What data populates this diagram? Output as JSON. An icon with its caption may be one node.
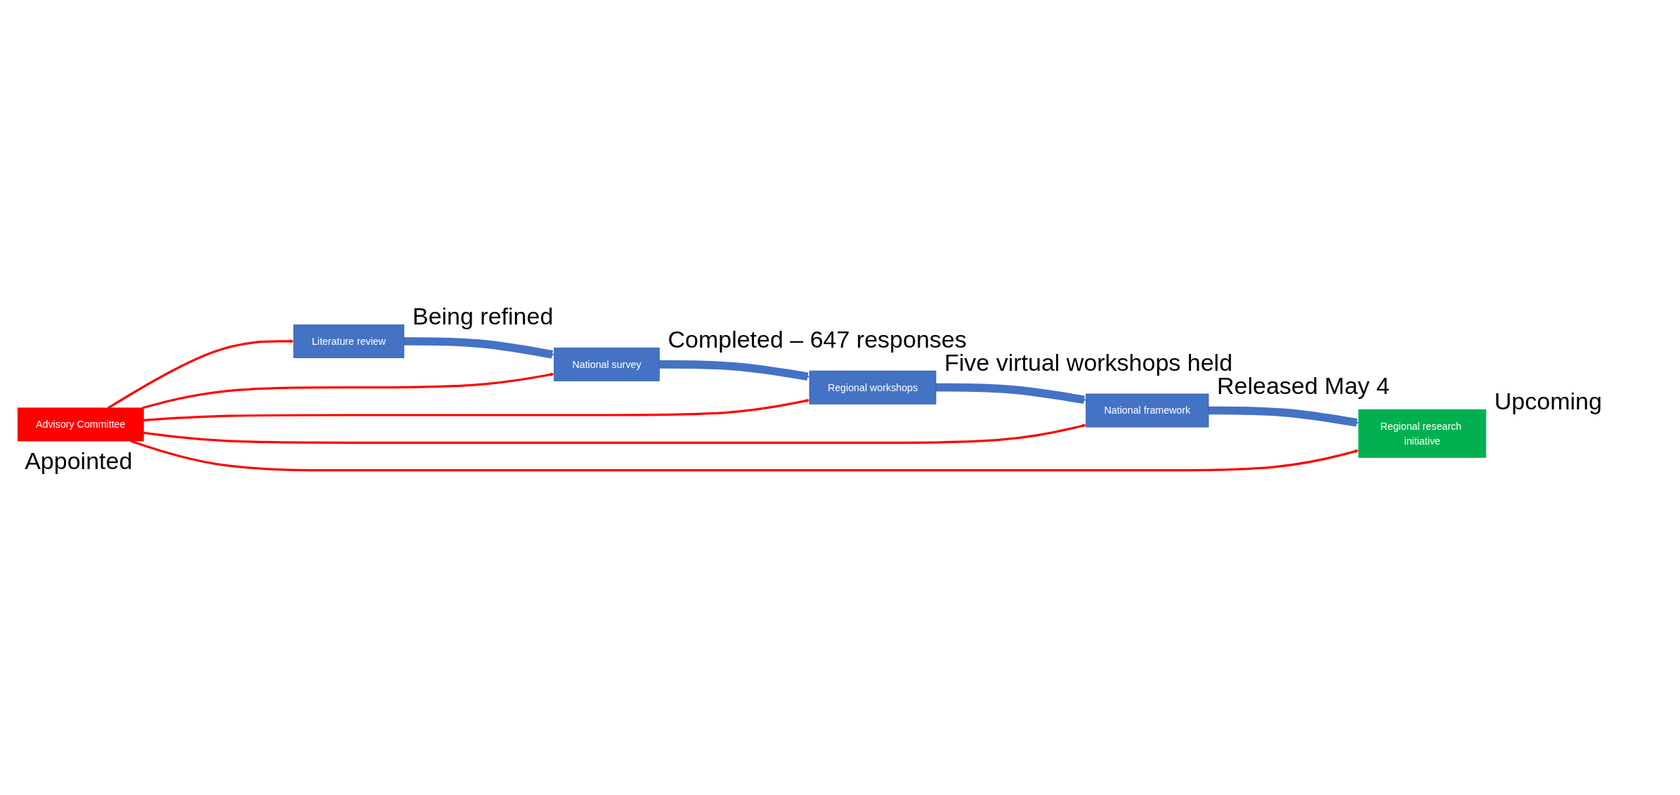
{
  "diagram": {
    "nodes": [
      {
        "text": [
          "Literature review"
        ],
        "beside": [
          "Being refined"
        ]
      },
      {
        "text": [
          "National survey"
        ],
        "beside": [
          "Completed – 647 responses"
        ]
      },
      {
        "text": [
          "Regional workshops"
        ],
        "beside": [
          "Five virtual workshops held"
        ]
      },
      {
        "text": [
          "National framework"
        ],
        "beside": [
          "Released May 4"
        ]
      },
      {
        "text": [
          "Regional research initiative"
        ],
        "beside": [
          "Upcoming"
        ]
      },
      {
        "text": [
          "Advisory Committee"
        ],
        "beside": [
          "Appointed"
        ]
      }
    ],
    "edges": [
      {
        "from": 0,
        "to": 1,
        "arrow": "to",
        "style": "thick",
        "color": "#4472c4"
      },
      {
        "from": 1,
        "to": 2,
        "arrow": "to",
        "style": "thick",
        "color": "#4472c4"
      },
      {
        "from": 2,
        "to": 3,
        "arrow": "to",
        "style": "thick",
        "color": "#4472c4"
      },
      {
        "from": 3,
        "to": 4,
        "arrow": "to",
        "style": "thick",
        "color": "#4472c4"
      },
      {
        "from": 5,
        "to": 0,
        "arrow": "to"
      },
      {
        "from": 5,
        "to": 1,
        "arrow": "to"
      },
      {
        "from": 5,
        "to": 2,
        "arrow": "to"
      },
      {
        "from": 5,
        "to": 3,
        "arrow": "to"
      },
      {
        "from": 5,
        "to": 4,
        "arrow": "to"
      }
    ]
  }
}
